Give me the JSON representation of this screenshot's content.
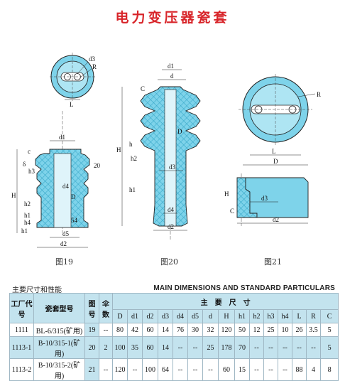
{
  "title": "电力变压器瓷套",
  "figures": {
    "fig19": {
      "caption": "图19",
      "labels": [
        "d3",
        "R",
        "L",
        "d1",
        "c",
        "δ",
        "h3",
        "20",
        "d4",
        "D",
        "H",
        "h2",
        "h1",
        "h4",
        "54",
        "d5",
        "d2",
        "h1"
      ]
    },
    "fig20": {
      "caption": "图20",
      "labels": [
        "d1",
        "d",
        "C",
        "D",
        "h",
        "h2",
        "d3",
        "h1",
        "H",
        "d4",
        "d2"
      ]
    },
    "fig21": {
      "caption": "图21",
      "labels": [
        "R",
        "L",
        "D",
        "H",
        "C",
        "d3",
        "d2"
      ]
    }
  },
  "table": {
    "caption_cn": "主要尺寸和性能",
    "caption_en": "MAIN DIMENSIONS AND STANDARD PARTICULARS",
    "head_factory_code": "工厂代号",
    "head_model": "瓷套型号",
    "head_figure": "图号",
    "head_umbrella": "伞数",
    "head_main_dims": "主　要　尺　寸",
    "dim_columns": [
      "D",
      "d1",
      "d2",
      "d3",
      "d4",
      "d5",
      "d",
      "H",
      "h1",
      "h2",
      "h3",
      "h4",
      "L",
      "R",
      "C"
    ],
    "rows": [
      {
        "code": "1111",
        "model": "BL-6/315(矿用)",
        "fig": "19",
        "umb": "--",
        "vals": [
          "80",
          "42",
          "60",
          "14",
          "76",
          "30",
          "32",
          "120",
          "50",
          "12",
          "25",
          "10",
          "26",
          "3.5",
          "5"
        ]
      },
      {
        "code": "1113-1",
        "model": "B-10/315-1(矿用)",
        "fig": "20",
        "umb": "2",
        "vals": [
          "100",
          "35",
          "60",
          "14",
          "--",
          "--",
          "25",
          "178",
          "70",
          "--",
          "--",
          "--",
          "--",
          "--",
          "5"
        ]
      },
      {
        "code": "1113-2",
        "model": "B-10/315-2(矿用)",
        "fig": "21",
        "umb": "--",
        "vals": [
          "120",
          "--",
          "100",
          "64",
          "--",
          "--",
          "--",
          "60",
          "15",
          "--",
          "--",
          "--",
          "88",
          "4",
          "8"
        ]
      }
    ]
  },
  "colors": {
    "title": "#d8252a",
    "porcelain": "#7ed3ea",
    "porcelain_dark": "#3aa9c9",
    "table_header": "#c3e3ee",
    "line": "#222222"
  }
}
